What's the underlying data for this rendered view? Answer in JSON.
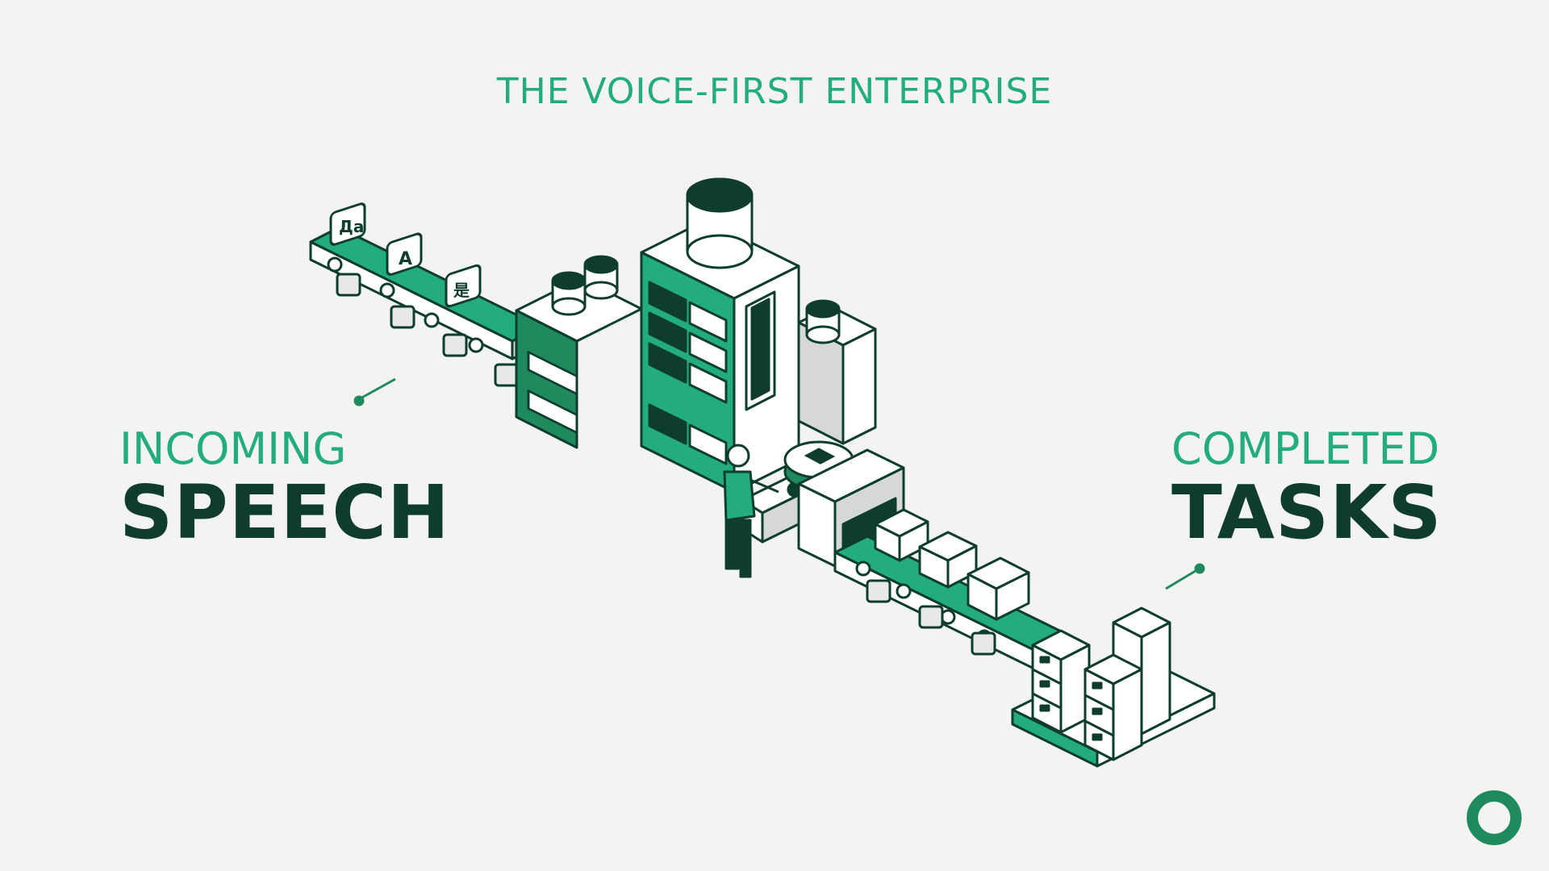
{
  "title": "THE VOICE-FIRST ENTERPRISE",
  "left_label": {
    "line1": "INCOMING",
    "line2": "SPEECH"
  },
  "right_label": {
    "line1": "COMPLETED",
    "line2": "TASKS"
  },
  "bubbles": [
    "Да",
    "A",
    "是"
  ],
  "colors": {
    "accent": "#23ad7c",
    "dark": "#0e3d2e",
    "green": "#1f8a5e",
    "light": "#ffffff",
    "grey": "#d6d8d6"
  },
  "icons": [
    "speech-bubble-icon",
    "factory-icon",
    "worker-icon",
    "box-icon",
    "logo-ring-icon"
  ]
}
